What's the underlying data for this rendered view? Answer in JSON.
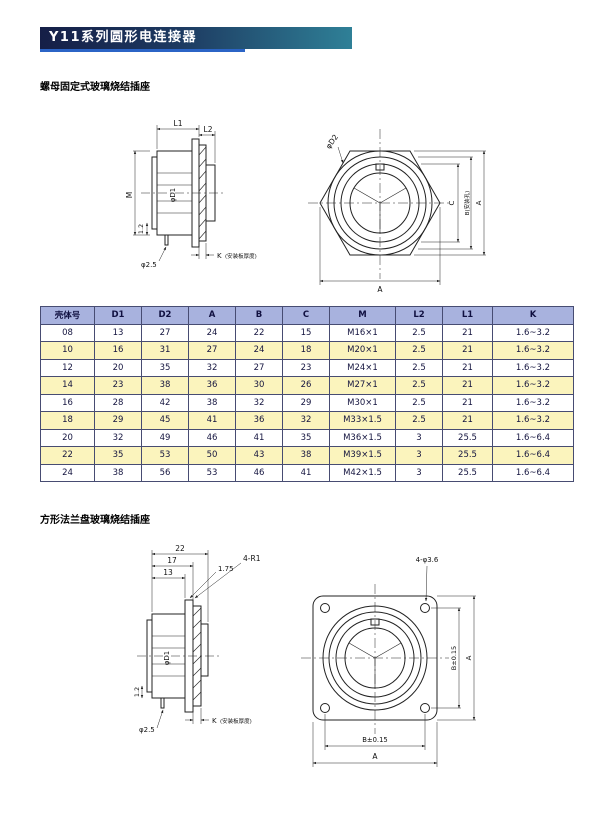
{
  "header": {
    "title": "Y11系列圆形电连接器"
  },
  "section1": {
    "heading": "螺母固定式玻璃烧结插座"
  },
  "section2": {
    "heading": "方形法兰盘玻璃烧结插座"
  },
  "drawing1": {
    "side": {
      "l1": "L1",
      "l2": "L2",
      "m": "M",
      "d1": "φD1",
      "h12": "1.2",
      "d25": "φ2.5",
      "k": "K",
      "k_note": "(安装板厚度)"
    },
    "front": {
      "d2": "φD2",
      "c": "C",
      "b": "B(安装孔)",
      "a_right": "A",
      "a_bottom": "A"
    }
  },
  "drawing2": {
    "side": {
      "dim22": "22",
      "dim17": "17",
      "dim13": "13",
      "dim175": "1.75",
      "r1": "4-R1",
      "d1": "φD1",
      "h12": "1.2",
      "d25": "φ2.5",
      "k": "K",
      "k_note": "(安装板厚度)"
    },
    "front": {
      "holes": "4-φ3.6",
      "b_bottom": "B±0.15",
      "a_bottom": "A",
      "b_right": "B±0.15",
      "a_right": "A"
    }
  },
  "table": {
    "headers": [
      "壳体号",
      "D1",
      "D2",
      "A",
      "B",
      "C",
      "M",
      "L2",
      "L1",
      "K"
    ],
    "rows": [
      [
        "08",
        "13",
        "27",
        "24",
        "22",
        "15",
        "M16×1",
        "2.5",
        "21",
        "1.6~3.2"
      ],
      [
        "10",
        "16",
        "31",
        "27",
        "24",
        "18",
        "M20×1",
        "2.5",
        "21",
        "1.6~3.2"
      ],
      [
        "12",
        "20",
        "35",
        "32",
        "27",
        "23",
        "M24×1",
        "2.5",
        "21",
        "1.6~3.2"
      ],
      [
        "14",
        "23",
        "38",
        "36",
        "30",
        "26",
        "M27×1",
        "2.5",
        "21",
        "1.6~3.2"
      ],
      [
        "16",
        "28",
        "42",
        "38",
        "32",
        "29",
        "M30×1",
        "2.5",
        "21",
        "1.6~3.2"
      ],
      [
        "18",
        "29",
        "45",
        "41",
        "36",
        "32",
        "M33×1.5",
        "2.5",
        "21",
        "1.6~3.2"
      ],
      [
        "20",
        "32",
        "49",
        "46",
        "41",
        "35",
        "M36×1.5",
        "3",
        "25.5",
        "1.6~6.4"
      ],
      [
        "22",
        "35",
        "53",
        "50",
        "43",
        "38",
        "M39×1.5",
        "3",
        "25.5",
        "1.6~6.4"
      ],
      [
        "24",
        "38",
        "56",
        "53",
        "46",
        "41",
        "M42×1.5",
        "3",
        "25.5",
        "1.6~6.4"
      ]
    ]
  },
  "colors": {
    "banner_dark": "#151f47",
    "banner_teal": "#2f8097",
    "underline_blue": "#2b64c6",
    "table_header_bg": "#a8b2de",
    "table_alt_row_bg": "#fbf4bd",
    "table_border": "#474c72"
  }
}
